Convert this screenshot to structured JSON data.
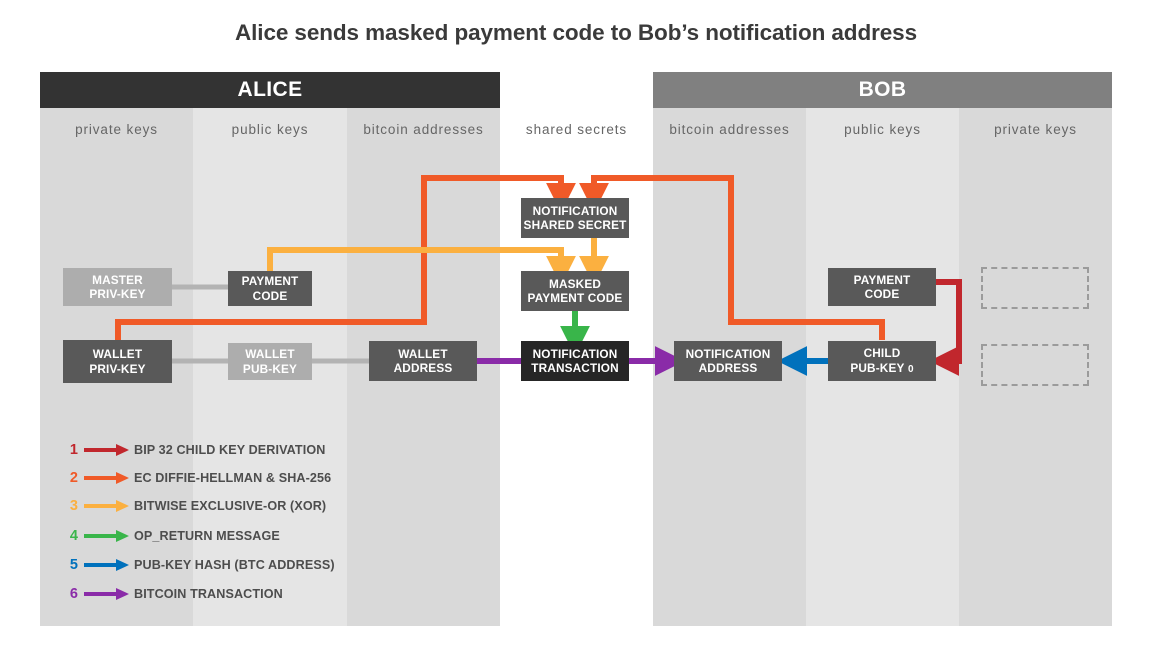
{
  "page": {
    "title": "Alice sends masked payment code to Bob’s notification address"
  },
  "parties": [
    {
      "name": "ALICE",
      "color": "#333333"
    },
    {
      "name": "BOB",
      "color": "#808080"
    }
  ],
  "columns": [
    {
      "caption": "private keys",
      "owner": "alice",
      "band": "dark"
    },
    {
      "caption": "public keys",
      "owner": "alice",
      "band": "light"
    },
    {
      "caption": "bitcoin addresses",
      "owner": "alice",
      "band": "dark"
    },
    {
      "caption": "shared secrets",
      "owner": "shared",
      "band": "white"
    },
    {
      "caption": "bitcoin addresses",
      "owner": "bob",
      "band": "dark"
    },
    {
      "caption": "public keys",
      "owner": "bob",
      "band": "light"
    },
    {
      "caption": "private keys",
      "owner": "bob",
      "band": "dark"
    }
  ],
  "nodes": [
    {
      "id": "alice-master-privkey",
      "lines": [
        "MASTER",
        "PRIV-KEY"
      ],
      "state": "inactive"
    },
    {
      "id": "alice-payment-code",
      "lines": [
        "PAYMENT",
        "CODE"
      ],
      "state": "active"
    },
    {
      "id": "alice-wallet-privkey",
      "lines": [
        "WALLET",
        "PRIV-KEY"
      ],
      "state": "active"
    },
    {
      "id": "alice-wallet-pubkey",
      "lines": [
        "WALLET",
        "PUB-KEY"
      ],
      "state": "inactive"
    },
    {
      "id": "alice-wallet-address",
      "lines": [
        "WALLET",
        "ADDRESS"
      ],
      "state": "active"
    },
    {
      "id": "notification-shared-secret",
      "lines": [
        "NOTIFICATION",
        "SHARED SECRET"
      ],
      "state": "active"
    },
    {
      "id": "masked-payment-code",
      "lines": [
        "MASKED",
        "PAYMENT CODE"
      ],
      "state": "active"
    },
    {
      "id": "notification-transaction",
      "lines": [
        "NOTIFICATION",
        "TRANSACTION"
      ],
      "state": "tx"
    },
    {
      "id": "bob-notification-address",
      "lines": [
        "NOTIFICATION",
        "ADDRESS"
      ],
      "state": "active"
    },
    {
      "id": "bob-child-pubkey-0",
      "lines": [
        "CHILD",
        "PUB-KEY"
      ],
      "subscript": "0",
      "state": "active"
    },
    {
      "id": "bob-payment-code",
      "lines": [
        "PAYMENT",
        "CODE"
      ],
      "state": "active"
    }
  ],
  "ghost_boxes": [
    {
      "id": "bob-ghost-privkey-1"
    },
    {
      "id": "bob-ghost-privkey-2"
    }
  ],
  "legend": {
    "items": [
      {
        "num": "1",
        "label": "BIP 32 CHILD KEY DERIVATION",
        "color": "#C1272D"
      },
      {
        "num": "2",
        "label": "EC DIFFIE-HELLMAN & SHA-256",
        "color": "#F05A28"
      },
      {
        "num": "3",
        "label": "BITWISE EXCLUSIVE-OR (XOR)",
        "color": "#FBB040"
      },
      {
        "num": "4",
        "label": "OP_RETURN MESSAGE",
        "color": "#39B54A"
      },
      {
        "num": "5",
        "label": "PUB-KEY HASH (BTC ADDRESS)",
        "color": "#0071BC"
      },
      {
        "num": "6",
        "label": "BITCOIN TRANSACTION",
        "color": "#8A2BA8"
      }
    ]
  },
  "palette": {
    "crimson": "#C1272D",
    "orange": "#F05A28",
    "amber": "#FBB040",
    "green": "#39B54A",
    "blue": "#0071BC",
    "purple": "#8A2BA8",
    "gray_link": "#b3b3b3",
    "node_active": "#595959",
    "node_inactive": "#adadad",
    "node_tx": "#262626"
  }
}
